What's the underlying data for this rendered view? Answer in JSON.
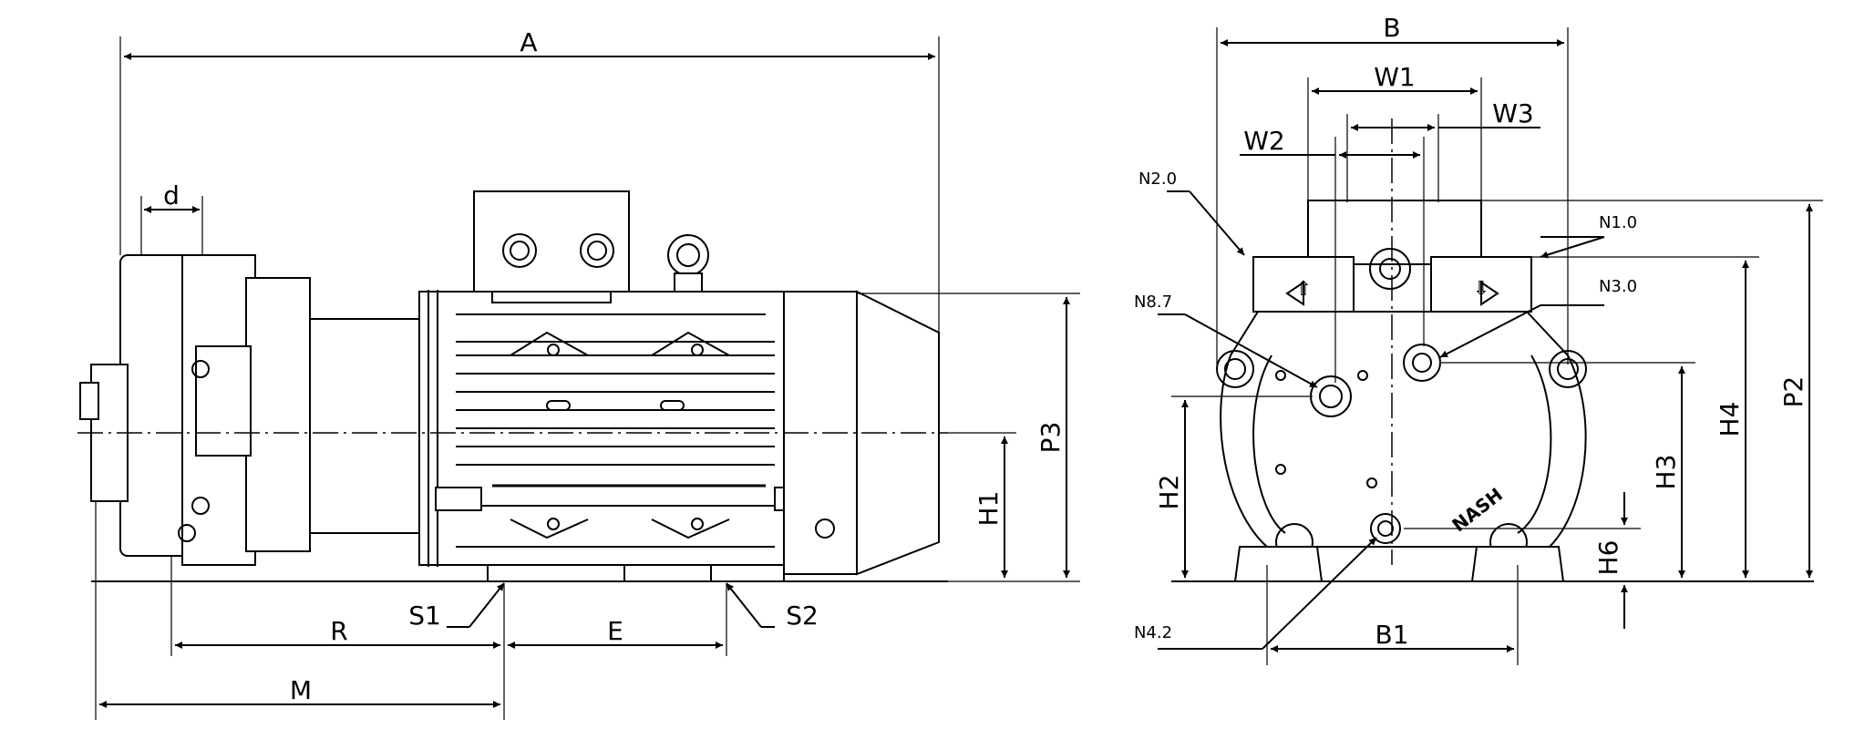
{
  "labels": {
    "A": "A",
    "B": "B",
    "d": "d",
    "P3": "P3",
    "H1": "H1",
    "R": "R",
    "M": "M",
    "E": "E",
    "S1": "S1",
    "S2": "S2",
    "W1": "W1",
    "W2": "W2",
    "W3": "W3",
    "P2": "P2",
    "H4": "H4",
    "H3": "H3",
    "H2": "H2",
    "H6": "H6",
    "B1": "B1",
    "N1": "N1.0",
    "N2": "N2.0",
    "N3": "N3.0",
    "N8": "N8.7",
    "N4": "N4.2",
    "brand": "NASH"
  }
}
